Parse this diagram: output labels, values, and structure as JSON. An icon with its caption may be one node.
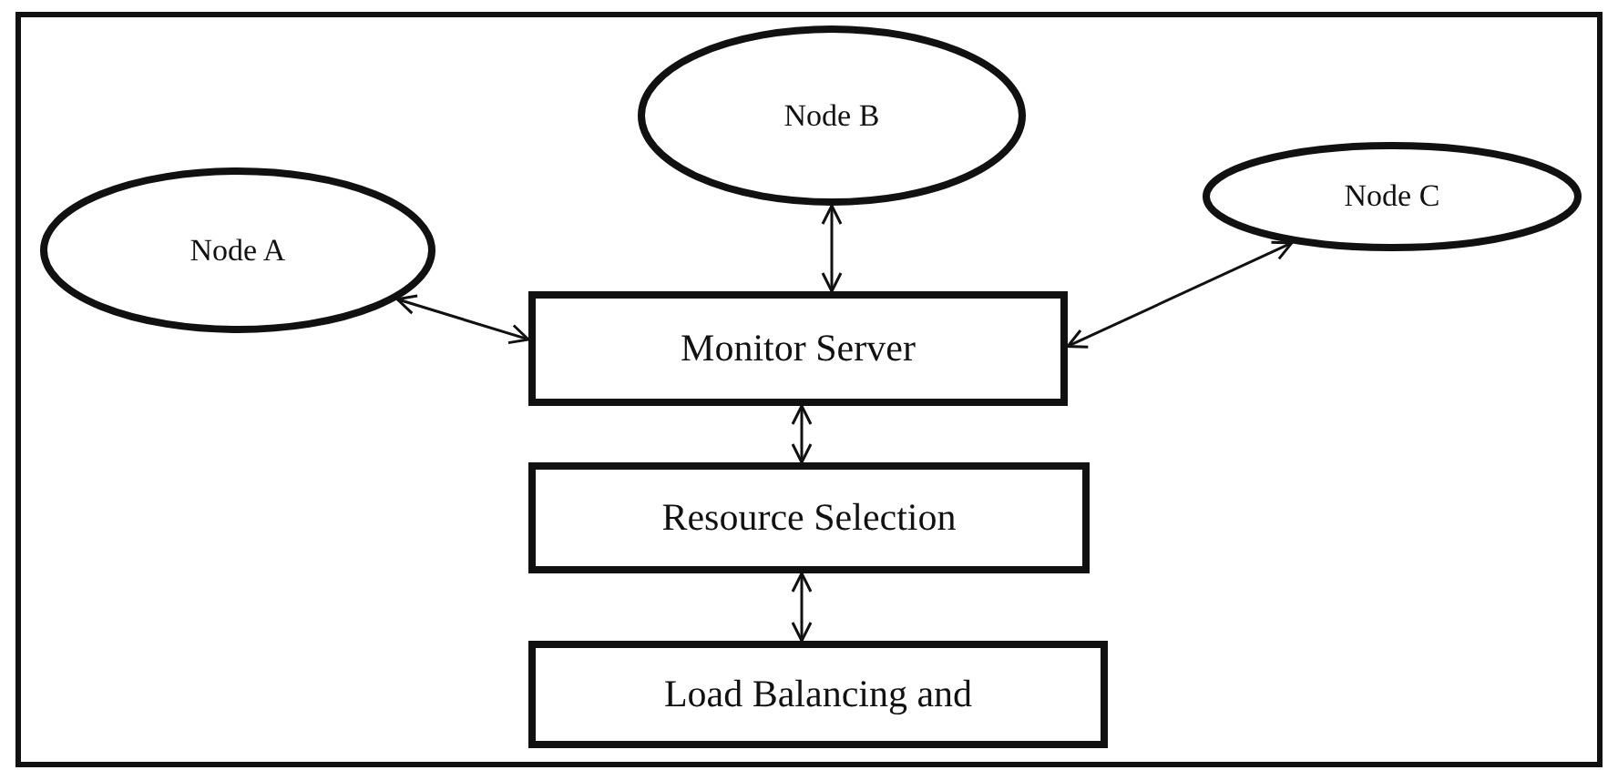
{
  "diagram": {
    "nodes": [
      {
        "text": [
          "Node A"
        ]
      },
      {
        "text": [
          "Node B"
        ]
      },
      {
        "text": [
          "Node C"
        ]
      },
      {
        "text": [
          "Monitor Server"
        ]
      },
      {
        "text": [
          "Resource Selection"
        ]
      },
      {
        "text": [
          "Load Balancing and"
        ]
      }
    ],
    "edges": [
      {
        "from": 0,
        "to": 3,
        "arrow": "both"
      },
      {
        "from": 1,
        "to": 3,
        "arrow": "both"
      },
      {
        "from": 2,
        "to": 3,
        "arrow": "both"
      },
      {
        "from": 3,
        "to": 4,
        "arrow": "both"
      },
      {
        "from": 4,
        "to": 5,
        "arrow": "both"
      }
    ]
  }
}
